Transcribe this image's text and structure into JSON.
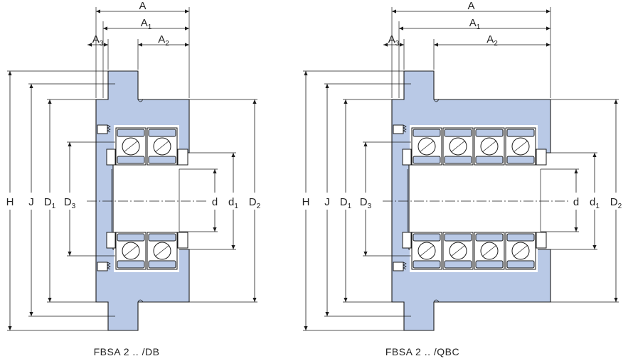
{
  "diagrams": [
    {
      "caption": "FBSA 2 .. /DB",
      "bearing_rows": 2,
      "dimensions": {
        "A": "A",
        "A1": {
          "base": "A",
          "sub": "1"
        },
        "A2": {
          "base": "A",
          "sub": "2"
        },
        "A3": {
          "base": "A",
          "sub": "3"
        },
        "H": "H",
        "J": "J",
        "D1": {
          "base": "D",
          "sub": "1"
        },
        "D3": {
          "base": "D",
          "sub": "3"
        },
        "d": "d",
        "d1": {
          "base": "d",
          "sub": "1"
        },
        "D2": {
          "base": "D",
          "sub": "2"
        }
      }
    },
    {
      "caption": "FBSA 2 .. /QBC",
      "bearing_rows": 4,
      "dimensions": {
        "A": "A",
        "A1": {
          "base": "A",
          "sub": "1"
        },
        "A2": {
          "base": "A",
          "sub": "2"
        },
        "A3": {
          "base": "A",
          "sub": "3"
        },
        "H": "H",
        "J": "J",
        "D1": {
          "base": "D",
          "sub": "1"
        },
        "D3": {
          "base": "D",
          "sub": "3"
        },
        "d": "d",
        "d1": {
          "base": "d",
          "sub": "1"
        },
        "D2": {
          "base": "D",
          "sub": "2"
        }
      }
    }
  ],
  "colors": {
    "housing": "#b9c9e6",
    "line": "#1a1a1a",
    "background": "#ffffff"
  }
}
